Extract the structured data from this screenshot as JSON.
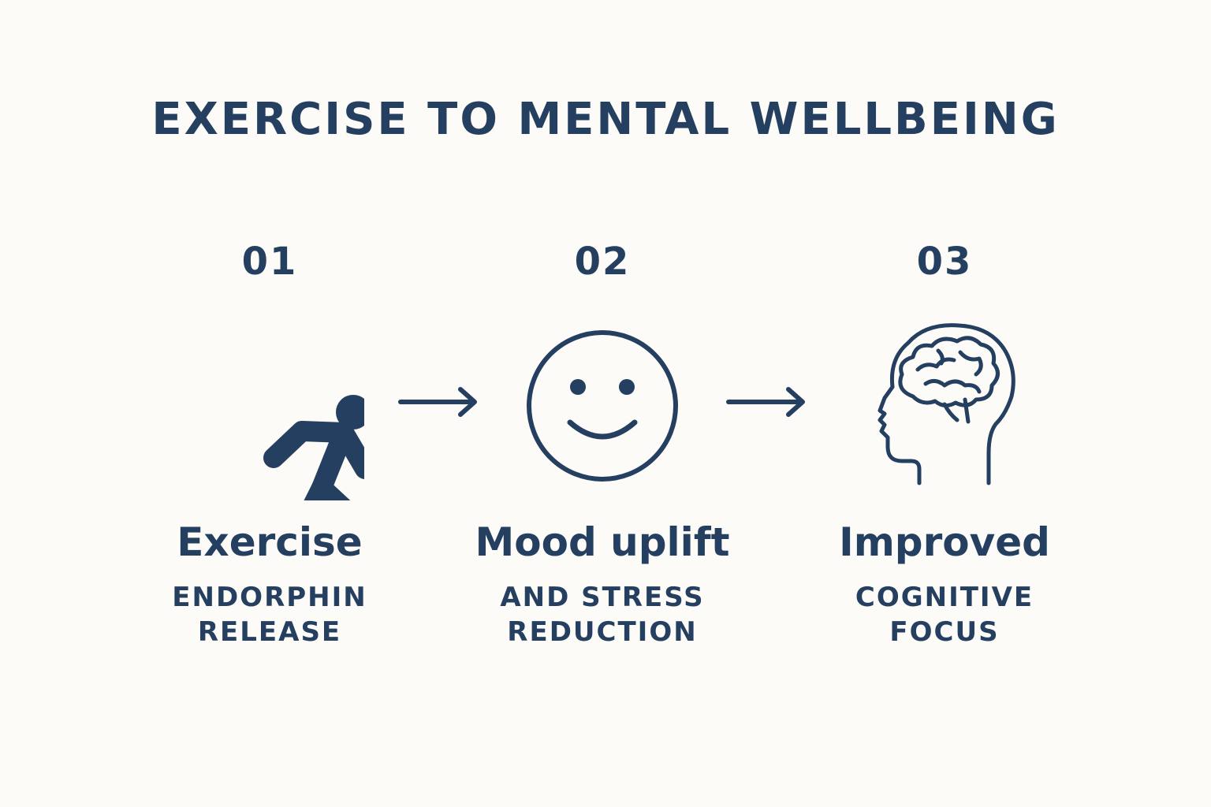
{
  "title": "EXERCISE TO MENTAL WELLBEING",
  "accent_color": "#253f60",
  "background_color": "#fcfbf7",
  "steps": [
    {
      "number": "01",
      "icon": "running-person-icon",
      "heading": "Exercise",
      "caption_line1": "ENDORPHIN",
      "caption_line2": "RELEASE"
    },
    {
      "number": "02",
      "icon": "smiley-face-icon",
      "heading": "Mood uplift",
      "caption_line1": "AND STRESS",
      "caption_line2": "REDUCTION"
    },
    {
      "number": "03",
      "icon": "head-brain-icon",
      "heading": "Improved",
      "caption_line1": "COGNITIVE",
      "caption_line2": "FOCUS"
    }
  ],
  "connectors": [
    "arrow-right-icon",
    "arrow-right-icon"
  ]
}
